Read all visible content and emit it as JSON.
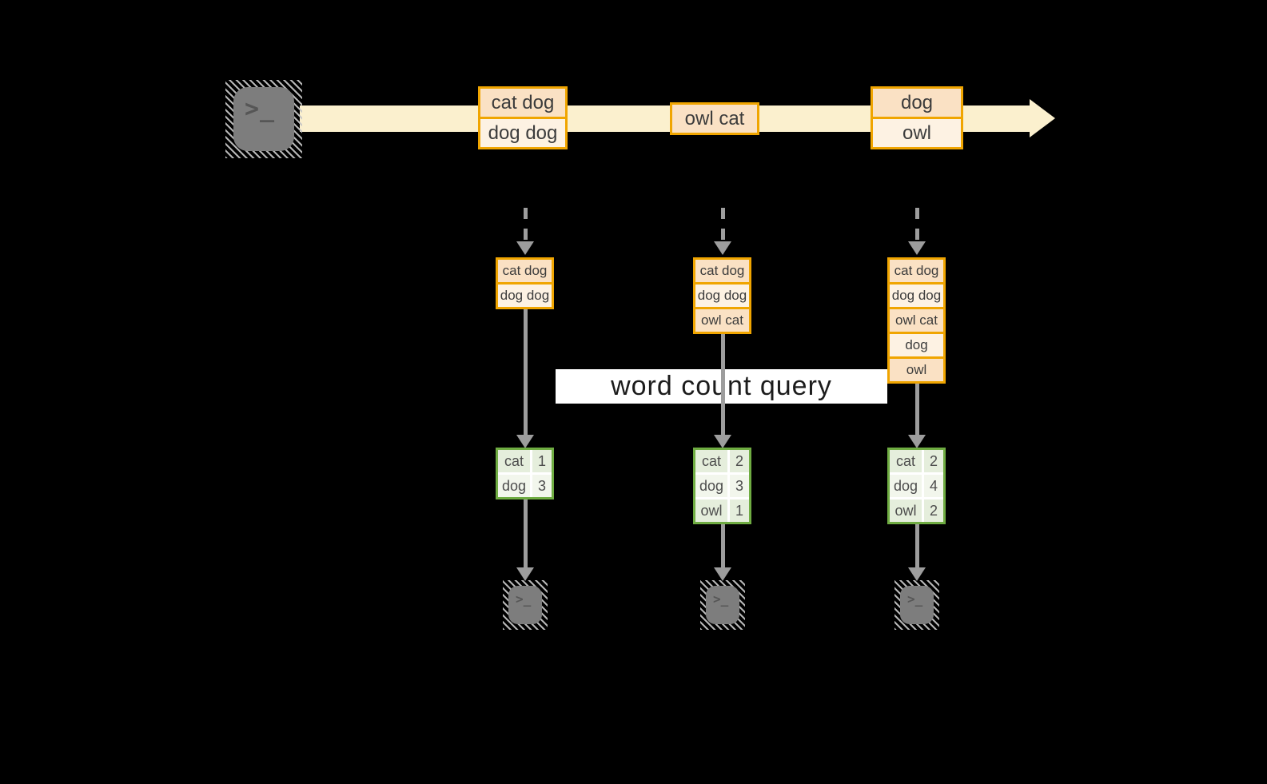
{
  "banner": {
    "label": "word count query"
  },
  "terminal": {
    "prompt": ">_"
  },
  "colors": {
    "background": "#000000",
    "stream_band": "#FBF0CE",
    "event_border": "#F0A500",
    "event_fill_dark": "#FAE1C4",
    "event_fill_light": "#FDF2E3",
    "count_border": "#6FAC42",
    "count_cell_dark": "#E5EEDC",
    "count_cell_light": "#F2F6EC",
    "arrow_gray": "#9D9D9D",
    "banner_bg": "#FFFFFF",
    "banner_text": "#1C1C1C",
    "terminal_fill": "#7D7D7D"
  },
  "stream_events": [
    {
      "rows": [
        "cat dog",
        "dog dog"
      ]
    },
    {
      "rows": [
        "owl cat"
      ]
    },
    {
      "rows": [
        "dog",
        "owl"
      ]
    }
  ],
  "columns": [
    {
      "buffer": [
        "cat dog",
        "dog dog"
      ],
      "counts": [
        {
          "word": "cat",
          "count": 1
        },
        {
          "word": "dog",
          "count": 3
        }
      ]
    },
    {
      "buffer": [
        "cat dog",
        "dog dog",
        "owl cat"
      ],
      "counts": [
        {
          "word": "cat",
          "count": 2
        },
        {
          "word": "dog",
          "count": 3
        },
        {
          "word": "owl",
          "count": 1
        }
      ]
    },
    {
      "buffer": [
        "cat dog",
        "dog dog",
        "owl cat",
        "dog",
        "owl"
      ],
      "counts": [
        {
          "word": "cat",
          "count": 2
        },
        {
          "word": "dog",
          "count": 4
        },
        {
          "word": "owl",
          "count": 2
        }
      ]
    }
  ]
}
